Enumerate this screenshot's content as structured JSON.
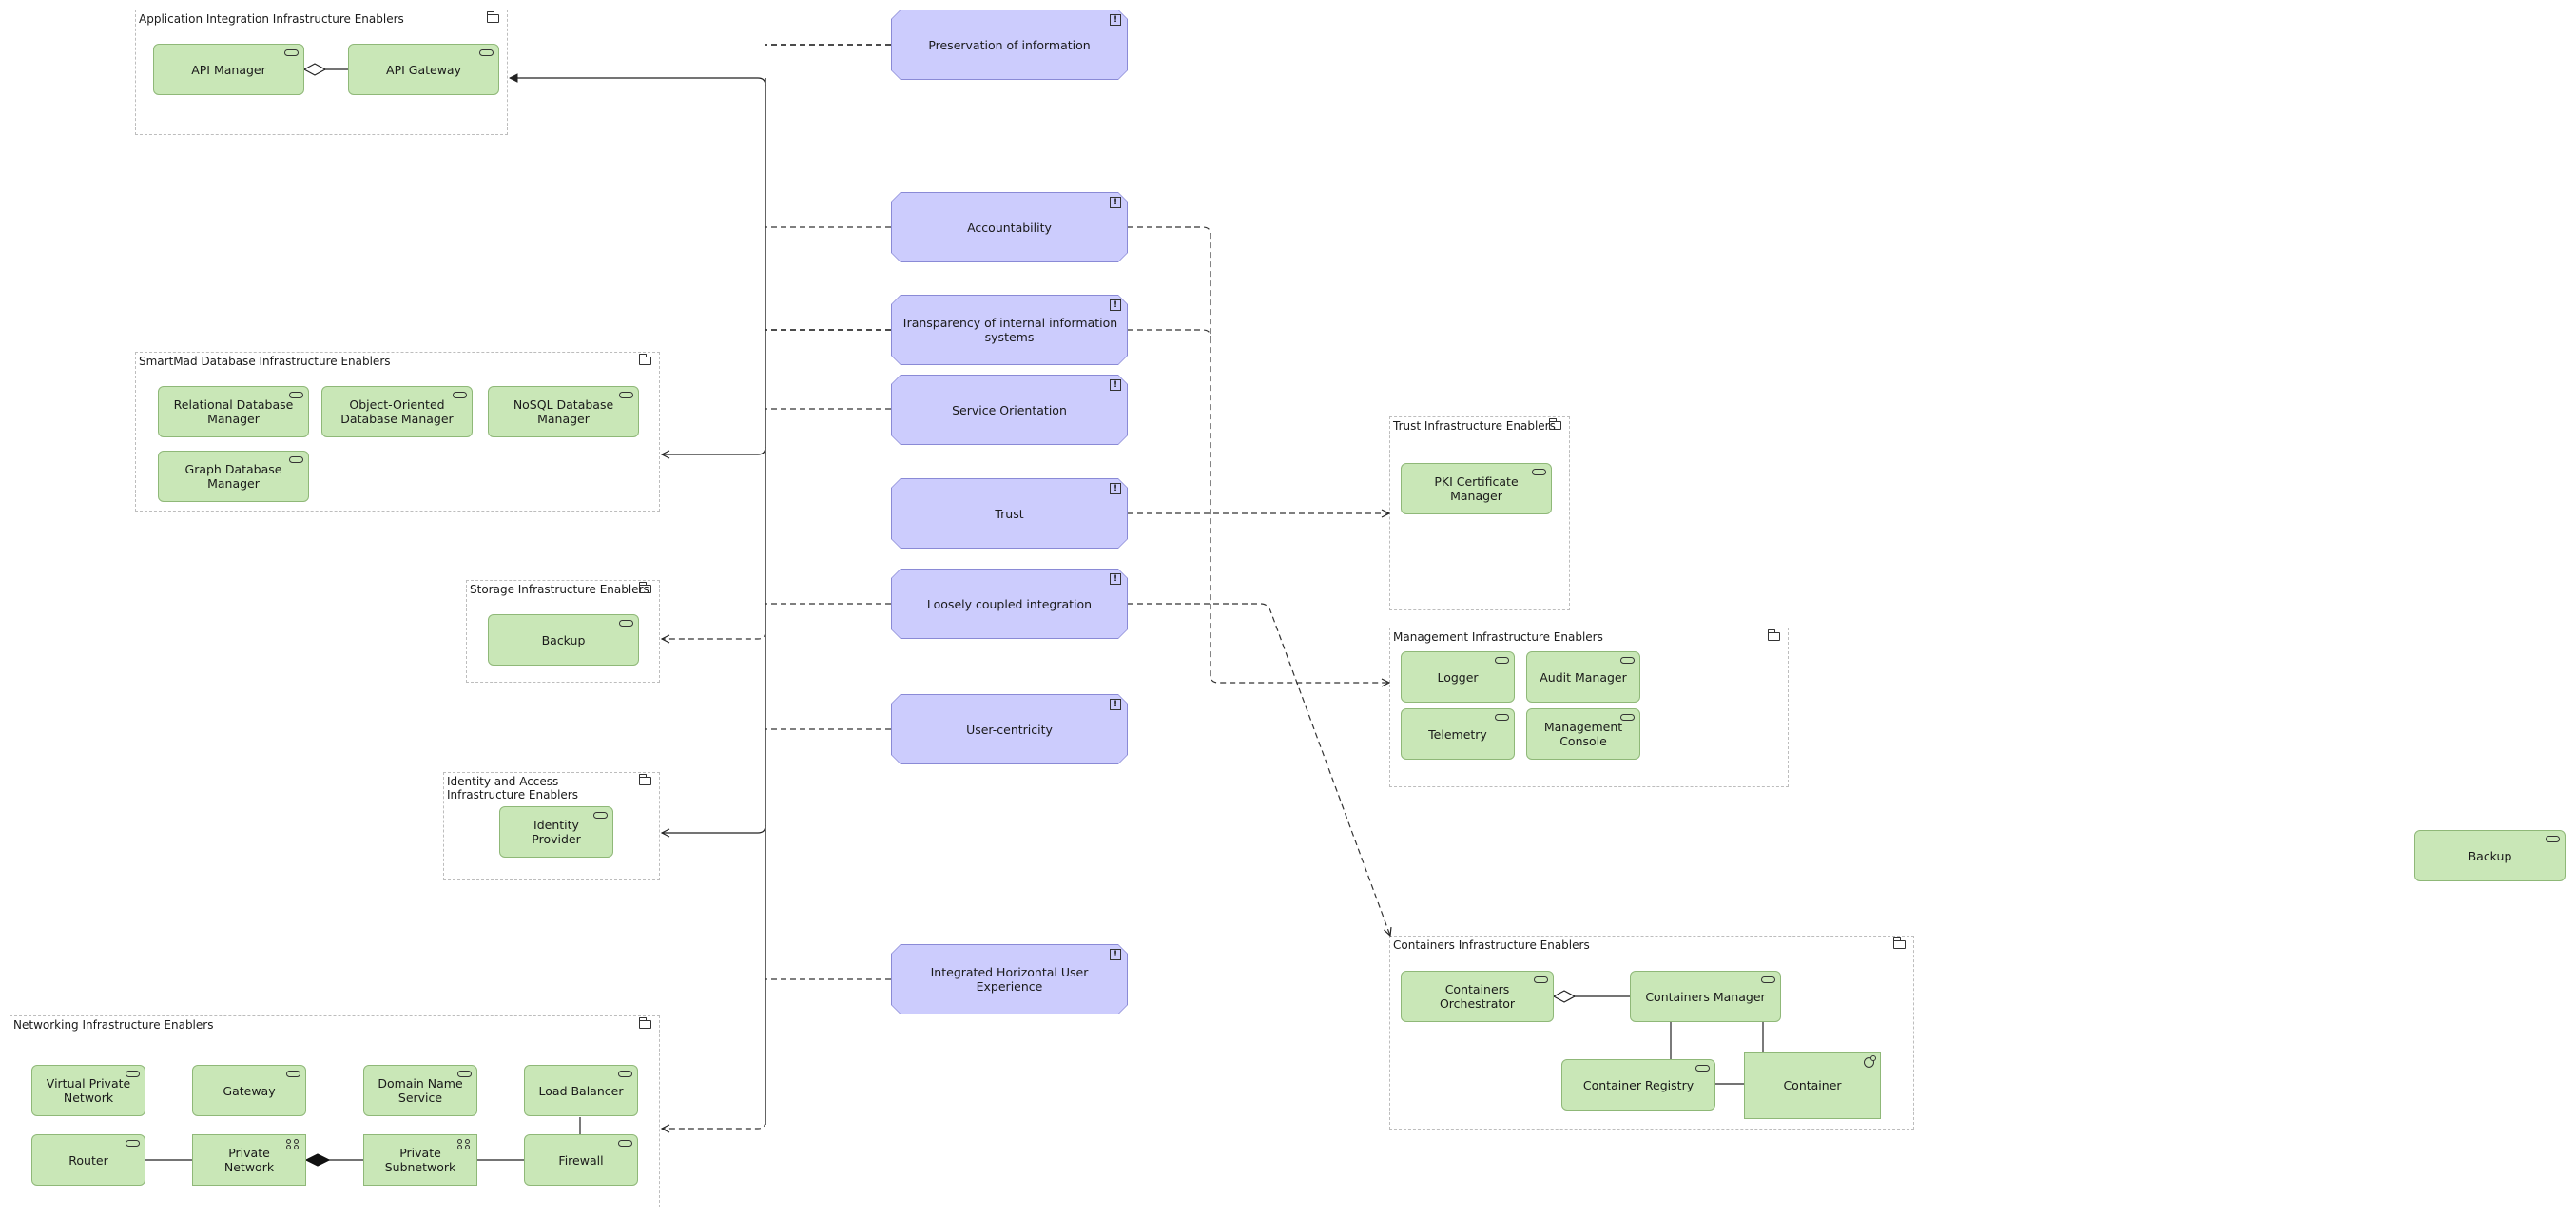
{
  "groups": {
    "app_integration": "Application Integration Infrastructure Enablers",
    "database": "SmartMad Database Infrastructure Enablers",
    "storage": "Storage Infrastructure Enablers",
    "identity": "Identity and Access Infrastructure Enablers",
    "networking": "Networking Infrastructure Enablers",
    "trust": "Trust Infrastructure Enablers",
    "management": "Management Infrastructure Enablers",
    "containers": "Containers Infrastructure Enablers"
  },
  "nodes": {
    "api_manager": "API Manager",
    "api_gateway": "API Gateway",
    "relational_db": "Relational Database Manager",
    "oo_db": "Object-Oriented Database Manager",
    "nosql_db": "NoSQL Database Manager",
    "graph_db": "Graph Database Manager",
    "storage_backup": "Backup",
    "identity_provider": "Identity Provider",
    "vpn": "Virtual Private Network",
    "gateway": "Gateway",
    "dns": "Domain Name Service",
    "load_balancer": "Load Balancer",
    "router": "Router",
    "private_network": "Private Network",
    "private_subnetwork": "Private Subnetwork",
    "firewall": "Firewall",
    "pki": "PKI Certificate Manager",
    "logger": "Logger",
    "audit_manager": "Audit Manager",
    "telemetry": "Telemetry",
    "management_console": "Management Console",
    "containers_orchestrator": "Containers Orchestrator",
    "containers_manager": "Containers Manager",
    "container_registry": "Container Registry",
    "container": "Container",
    "standalone_backup": "Backup"
  },
  "principles": {
    "preservation": "Preservation of information",
    "accountability": "Accountability",
    "transparency": "Transparency of internal information systems",
    "service_orientation": "Service Orientation",
    "trust": "Trust",
    "loosely_coupled": "Loosely coupled integration",
    "user_centricity": "User-centricity",
    "horizontal_ux": "Integrated Horizontal User Experience"
  },
  "colors": {
    "enabler_fill": "#c9e7b7",
    "enabler_border": "#8fb878",
    "principle_fill": "#ccccfd",
    "principle_border": "#8a8ad6",
    "group_border": "#bdbdbd"
  },
  "icons": {
    "group": "folder-icon",
    "service": "service-icon",
    "principle": "principle-icon",
    "network": "network-icon",
    "artifact": "system-software-icon"
  }
}
